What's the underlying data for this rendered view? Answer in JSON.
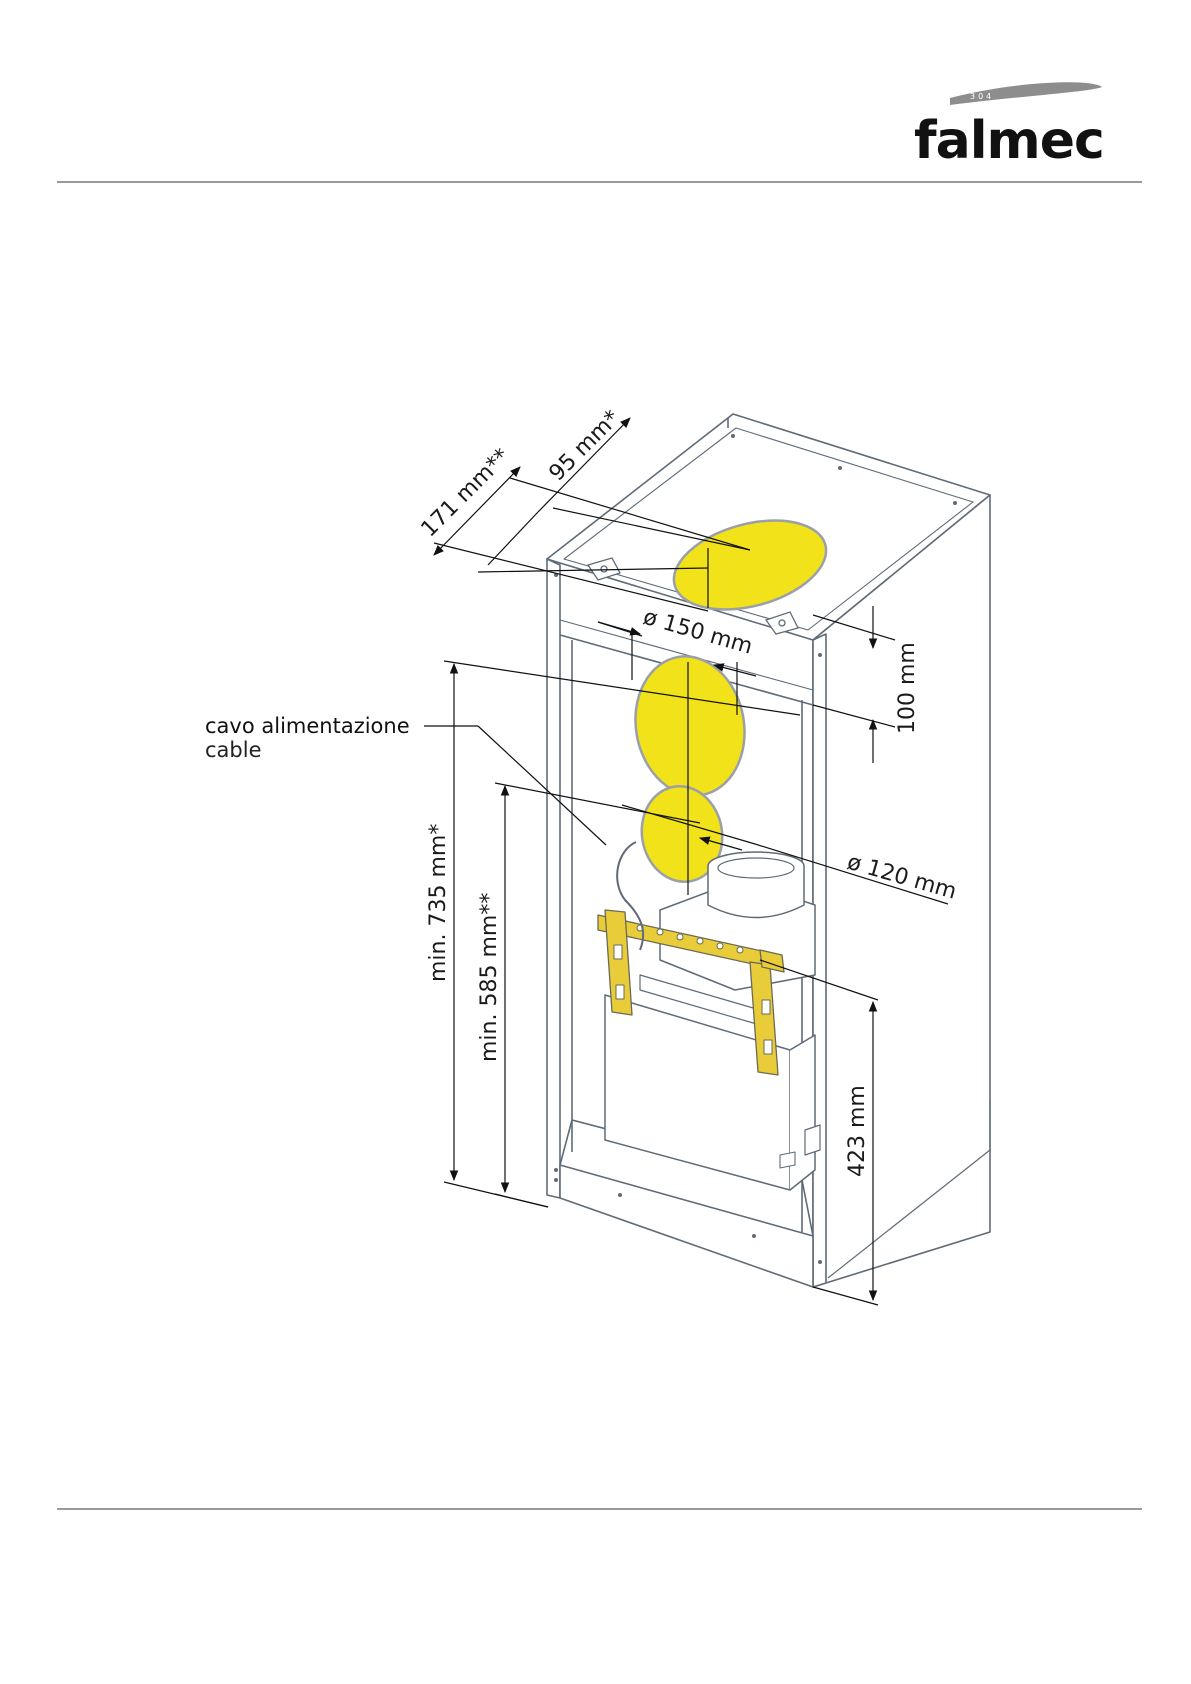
{
  "brand": {
    "name": "falmec",
    "badge": "304"
  },
  "callout": {
    "title": "cavo alimentazione",
    "subtitle": "cable"
  },
  "dimensions": {
    "d171": "171 mm**",
    "d95": "95 mm*",
    "d150": "ø 150 mm",
    "d100": "100 mm",
    "d120": "ø 120 mm",
    "d735": "min. 735 mm*",
    "d585": "min. 585 mm**",
    "d423": "423 mm"
  },
  "colors": {
    "highlight": "#f2e21a",
    "cabinet_line": "#5f6b78",
    "bracket": "#e8cc3a"
  }
}
